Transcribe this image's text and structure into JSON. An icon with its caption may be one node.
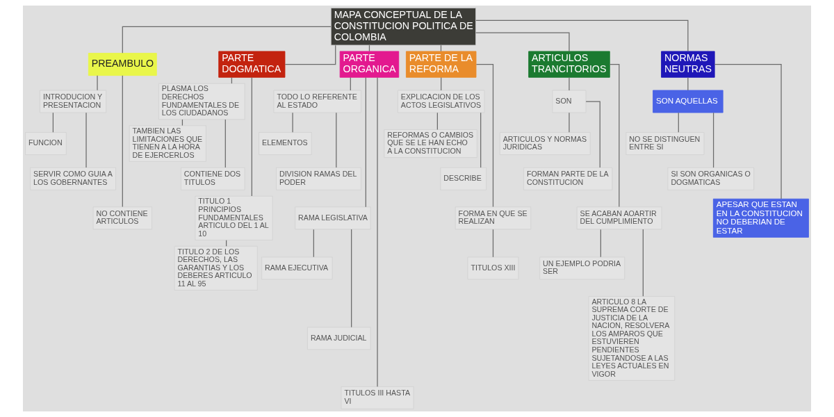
{
  "diagram": {
    "nodes": [
      {
        "text": [
          "MAPA CONCEPTUAL DE LA CONSTITUCION POLITICA DE COLOMBIA"
        ]
      },
      {
        "text": [
          "PREAMBULO"
        ]
      },
      {
        "text": [
          "INTRODUCION Y PRESENTACION"
        ]
      },
      {
        "text": [
          "FUNCION"
        ]
      },
      {
        "text": [
          "SERVIR COMO GUIA A LOS GOBERNANTES"
        ]
      },
      {
        "text": [
          "NO CONTIENE ARTICULOS"
        ]
      },
      {
        "text": [
          "PARTE DOGMATICA"
        ]
      },
      {
        "text": [
          "PLASMA LOS DERECHOS FUNDAMENTALES DE LOS CIUDADANOS"
        ]
      },
      {
        "text": [
          "TAMBIEN LAS LIMITACIONES QUE TIENEN A LA HORA DE EJERCERLOS"
        ]
      },
      {
        "text": [
          "CONTIENE DOS TITULOS"
        ]
      },
      {
        "text": [
          "TITULO 1 PRINCIPIOS FUNDAMENTALES ARTICULO DEL 1 AL 10"
        ]
      },
      {
        "text": [
          "TITULO 2 DE LOS DERECHOS, LAS GARANTIAS Y LOS DEBERES ARTICULO 11 AL 95"
        ]
      },
      {
        "text": [
          "PARTE ORGANICA"
        ]
      },
      {
        "text": [
          "TODO LO REFERENTE AL ESTADO"
        ]
      },
      {
        "text": [
          "ELEMENTOS"
        ]
      },
      {
        "text": [
          "DIVISION RAMAS DEL PODER"
        ]
      },
      {
        "text": [
          "RAMA LEGISLATIVA"
        ]
      },
      {
        "text": [
          "RAMA EJECUTIVA"
        ]
      },
      {
        "text": [
          "RAMA JUDICIAL"
        ]
      },
      {
        "text": [
          "TITULOS III HASTA VI"
        ]
      },
      {
        "text": [
          "PARTE DE LA REFORMA"
        ]
      },
      {
        "text": [
          "EXPLICACION DE LOS ACTOS LEGISLATIVOS"
        ]
      },
      {
        "text": [
          "REFORMAS O CAMBIOS QUE SE LE HAN ECHO A LA CONSTITUCION"
        ]
      },
      {
        "text": [
          "DESCRIBE"
        ]
      },
      {
        "text": [
          "FORMA EN QUE SE REALIZAN"
        ]
      },
      {
        "text": [
          "TITULOS XIII"
        ]
      },
      {
        "text": [
          "ARTICULOS TRANCITORIOS"
        ]
      },
      {
        "text": [
          "SON"
        ]
      },
      {
        "text": [
          "ARTICULOS Y NORMAS JURIDICAS"
        ]
      },
      {
        "text": [
          "FORMAN PARTE DE LA CONSTITUCION"
        ]
      },
      {
        "text": [
          "SE ACABAN AOARTIR DEL CUMPLIMIENTO"
        ]
      },
      {
        "text": [
          "UN EJEMPLO PODRIA SER"
        ]
      },
      {
        "text": [
          "ARTICULO 8 LA SUPREMA CORTE DE JUSTICIA DE LA NACION, RESOLVERA LOS AMPAROS QUE ESTUVIEREN PENDIENTES SUJETANDOSE A LAS LEYES ACTUALES EN VIGOR"
        ]
      },
      {
        "text": [
          "NORMAS NEUTRAS"
        ]
      },
      {
        "text": [
          "SON AQUELLAS"
        ]
      },
      {
        "text": [
          "NO SE DISTINGUEN ENTRE SI"
        ]
      },
      {
        "text": [
          "SI SON ORGANICAS O DOGMATICAS"
        ]
      },
      {
        "text": [
          "APESAR QUE ESTAN EN LA CONSTITUCION NO DEBERIAN DE ESTAR"
        ]
      }
    ],
    "edges": [
      {
        "from": 0,
        "to": 1,
        "arrow": "none"
      },
      {
        "from": 0,
        "to": 6,
        "arrow": "none"
      },
      {
        "from": 0,
        "to": 12,
        "arrow": "none"
      },
      {
        "from": 0,
        "to": 20,
        "arrow": "none"
      },
      {
        "from": 0,
        "to": 26,
        "arrow": "none"
      },
      {
        "from": 0,
        "to": 33,
        "arrow": "none"
      },
      {
        "from": 1,
        "to": 2,
        "arrow": "none"
      },
      {
        "from": 2,
        "to": 3,
        "arrow": "none"
      },
      {
        "from": 2,
        "to": 4,
        "arrow": "none"
      },
      {
        "from": 1,
        "to": 5,
        "arrow": "none"
      },
      {
        "from": 6,
        "to": 7,
        "arrow": "none"
      },
      {
        "from": 7,
        "to": 8,
        "arrow": "none"
      },
      {
        "from": 7,
        "to": 9,
        "arrow": "none"
      },
      {
        "from": 6,
        "to": 10,
        "arrow": "none"
      },
      {
        "from": 10,
        "to": 11,
        "arrow": "none"
      },
      {
        "from": 12,
        "to": 13,
        "arrow": "none"
      },
      {
        "from": 13,
        "to": 14,
        "arrow": "none"
      },
      {
        "from": 13,
        "to": 15,
        "arrow": "none"
      },
      {
        "from": 12,
        "to": 16,
        "arrow": "none"
      },
      {
        "from": 16,
        "to": 17,
        "arrow": "none"
      },
      {
        "from": 16,
        "to": 18,
        "arrow": "none"
      },
      {
        "from": 12,
        "to": 19,
        "arrow": "none"
      },
      {
        "from": 20,
        "to": 21,
        "arrow": "none"
      },
      {
        "from": 21,
        "to": 22,
        "arrow": "none"
      },
      {
        "from": 21,
        "to": 23,
        "arrow": "none"
      },
      {
        "from": 20,
        "to": 24,
        "arrow": "none"
      },
      {
        "from": 24,
        "to": 25,
        "arrow": "none"
      },
      {
        "from": 26,
        "to": 27,
        "arrow": "none"
      },
      {
        "from": 27,
        "to": 28,
        "arrow": "none"
      },
      {
        "from": 27,
        "to": 29,
        "arrow": "none"
      },
      {
        "from": 26,
        "to": 30,
        "arrow": "none"
      },
      {
        "from": 30,
        "to": 31,
        "arrow": "none"
      },
      {
        "from": 30,
        "to": 32,
        "arrow": "none"
      },
      {
        "from": 33,
        "to": 34,
        "arrow": "none"
      },
      {
        "from": 34,
        "to": 35,
        "arrow": "none"
      },
      {
        "from": 34,
        "to": 36,
        "arrow": "none"
      },
      {
        "from": 33,
        "to": 37,
        "arrow": "none"
      }
    ]
  }
}
